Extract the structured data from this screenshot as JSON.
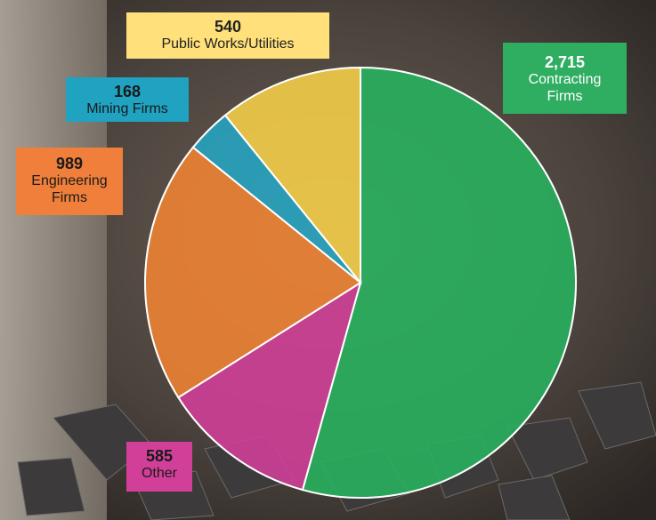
{
  "chart_data": {
    "type": "pie",
    "start_angle_deg": -90,
    "direction": "clockwise",
    "slices": [
      {
        "label": "Contracting Firms",
        "label_lines": [
          "Contracting",
          "Firms"
        ],
        "value": 2715,
        "value_label": "2,715",
        "color": "#27b35e"
      },
      {
        "label": "Other",
        "label_lines": [
          "Other"
        ],
        "value": 585,
        "value_label": "585",
        "color": "#d23f99"
      },
      {
        "label": "Engineering Firms",
        "label_lines": [
          "Engineering",
          "Firms"
        ],
        "value": 989,
        "value_label": "989",
        "color": "#f08333"
      },
      {
        "label": "Mining Firms",
        "label_lines": [
          "Mining Firms"
        ],
        "value": 168,
        "value_label": "168",
        "color": "#24a5c2"
      },
      {
        "label": "Public Works/Utilities",
        "label_lines": [
          "Public Works/Utilities"
        ],
        "value": 540,
        "value_label": "540",
        "color": "#f6cf48"
      }
    ]
  }
}
